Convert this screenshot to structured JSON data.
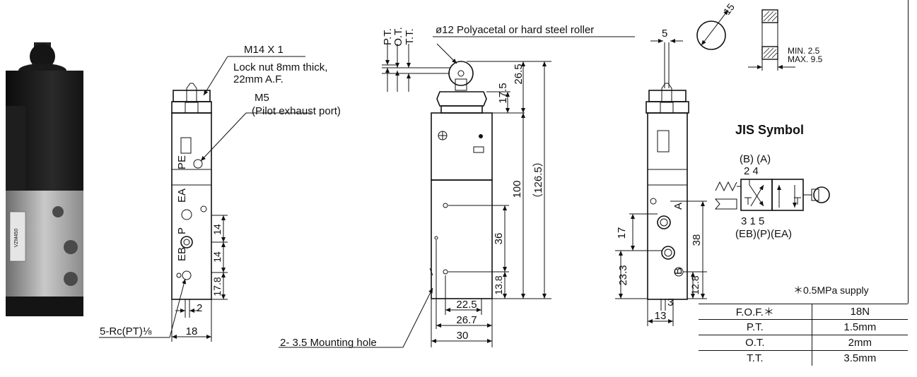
{
  "labels": {
    "thread": "M14 X 1",
    "locknut_line1": "Lock nut 8mm thick,",
    "locknut_line2": "22mm A.F.",
    "m5": "M5",
    "pilot_exhaust": "(Pilot exhaust port)",
    "roller": "ø12 Polyacetal or hard steel roller",
    "ports_note": "5-Rc(PT)⅛",
    "mounting_hole": "2- 3.5 Mounting hole",
    "jis_symbol": "JIS Symbol",
    "min": "MIN. 2.5",
    "max": "MAX. 9.5",
    "port_pe": "PE",
    "port_ea": "EA",
    "port_p": "P",
    "port_eb": "EB",
    "port_a": "A",
    "port_b": "B",
    "sym_top": "(B) (A)",
    "sym_24": "2  4",
    "sym_315": "3  1  5",
    "sym_bottom": "(EB)(P)(EA)",
    "pt": "P.T.",
    "ot": "O.T.",
    "tt": "T.T.",
    "dim_14a": "14",
    "dim_14b": "14",
    "dim_178": "17.8",
    "dim_2": "2",
    "dim_18": "18",
    "dim_175": "17.5",
    "dim_265": "26.5",
    "dim_1265": "（126.5）",
    "dim_100": "100",
    "dim_36": "36",
    "dim_138": "13.8",
    "dim_225": "22.5",
    "dim_267": "26.7",
    "dim_30": "30",
    "dim_5": "5",
    "dim_15": "15",
    "dim_17": "17",
    "dim_233": "23.3",
    "dim_38": "38",
    "dim_128": "12.8",
    "dim_3": "3",
    "dim_13": "13",
    "product_label": "VZM450"
  },
  "spec_note": "＊0.5MPa supply",
  "spec_table": [
    {
      "label": "F.O.F.＊",
      "value": "18N"
    },
    {
      "label": "P.T.",
      "value": "1.5mm"
    },
    {
      "label": "O.T.",
      "value": "2mm"
    },
    {
      "label": "T.T.",
      "value": "3.5mm"
    }
  ]
}
